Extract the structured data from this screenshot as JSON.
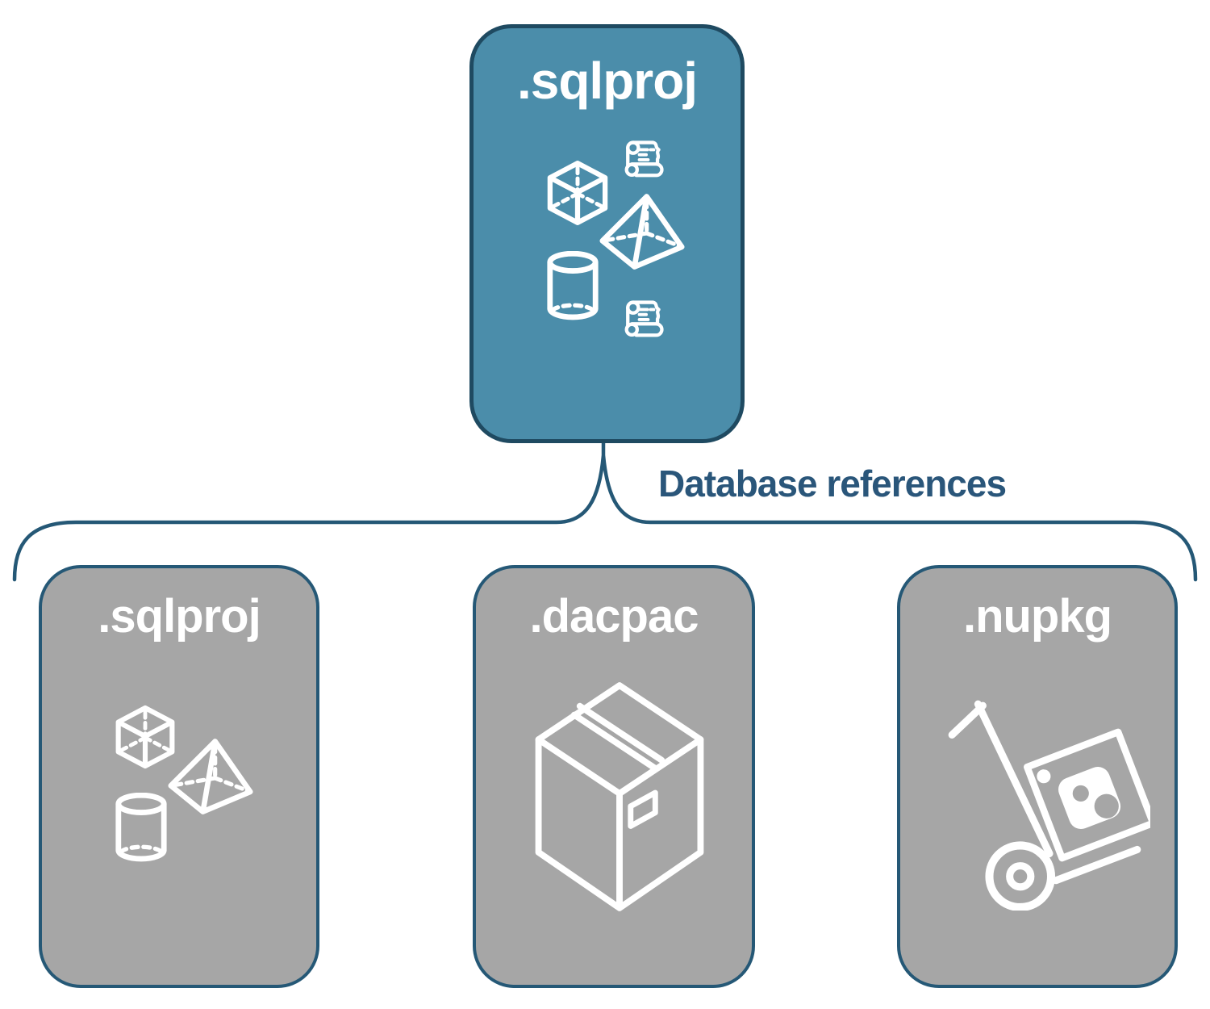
{
  "diagram": {
    "root_box": {
      "label": ".sqlproj",
      "fill": "#4B8DAA",
      "icons": [
        "cube-icon",
        "scroll-icon",
        "pyramid-icon",
        "cylinder-icon",
        "scroll-icon"
      ]
    },
    "connector": {
      "label": "Database references",
      "shape": "curly-brace",
      "color": "#255876"
    },
    "child_boxes": [
      {
        "label": ".sqlproj",
        "fill": "#A6A6A6",
        "icons": [
          "cube-icon",
          "pyramid-icon",
          "cylinder-icon"
        ]
      },
      {
        "label": ".dacpac",
        "fill": "#A6A6A6",
        "icons": [
          "package-box-icon"
        ]
      },
      {
        "label": ".nupkg",
        "fill": "#A6A6A6",
        "icons": [
          "hand-truck-icon",
          "nuget-package-icon"
        ]
      }
    ],
    "colors": {
      "background": "#FFFFFF",
      "root_fill": "#4B8DAA",
      "child_fill": "#A6A6A6",
      "outline_navy": "#1F4A61",
      "label_navy": "#2A567A",
      "icon_white": "#FFFFFF"
    }
  }
}
